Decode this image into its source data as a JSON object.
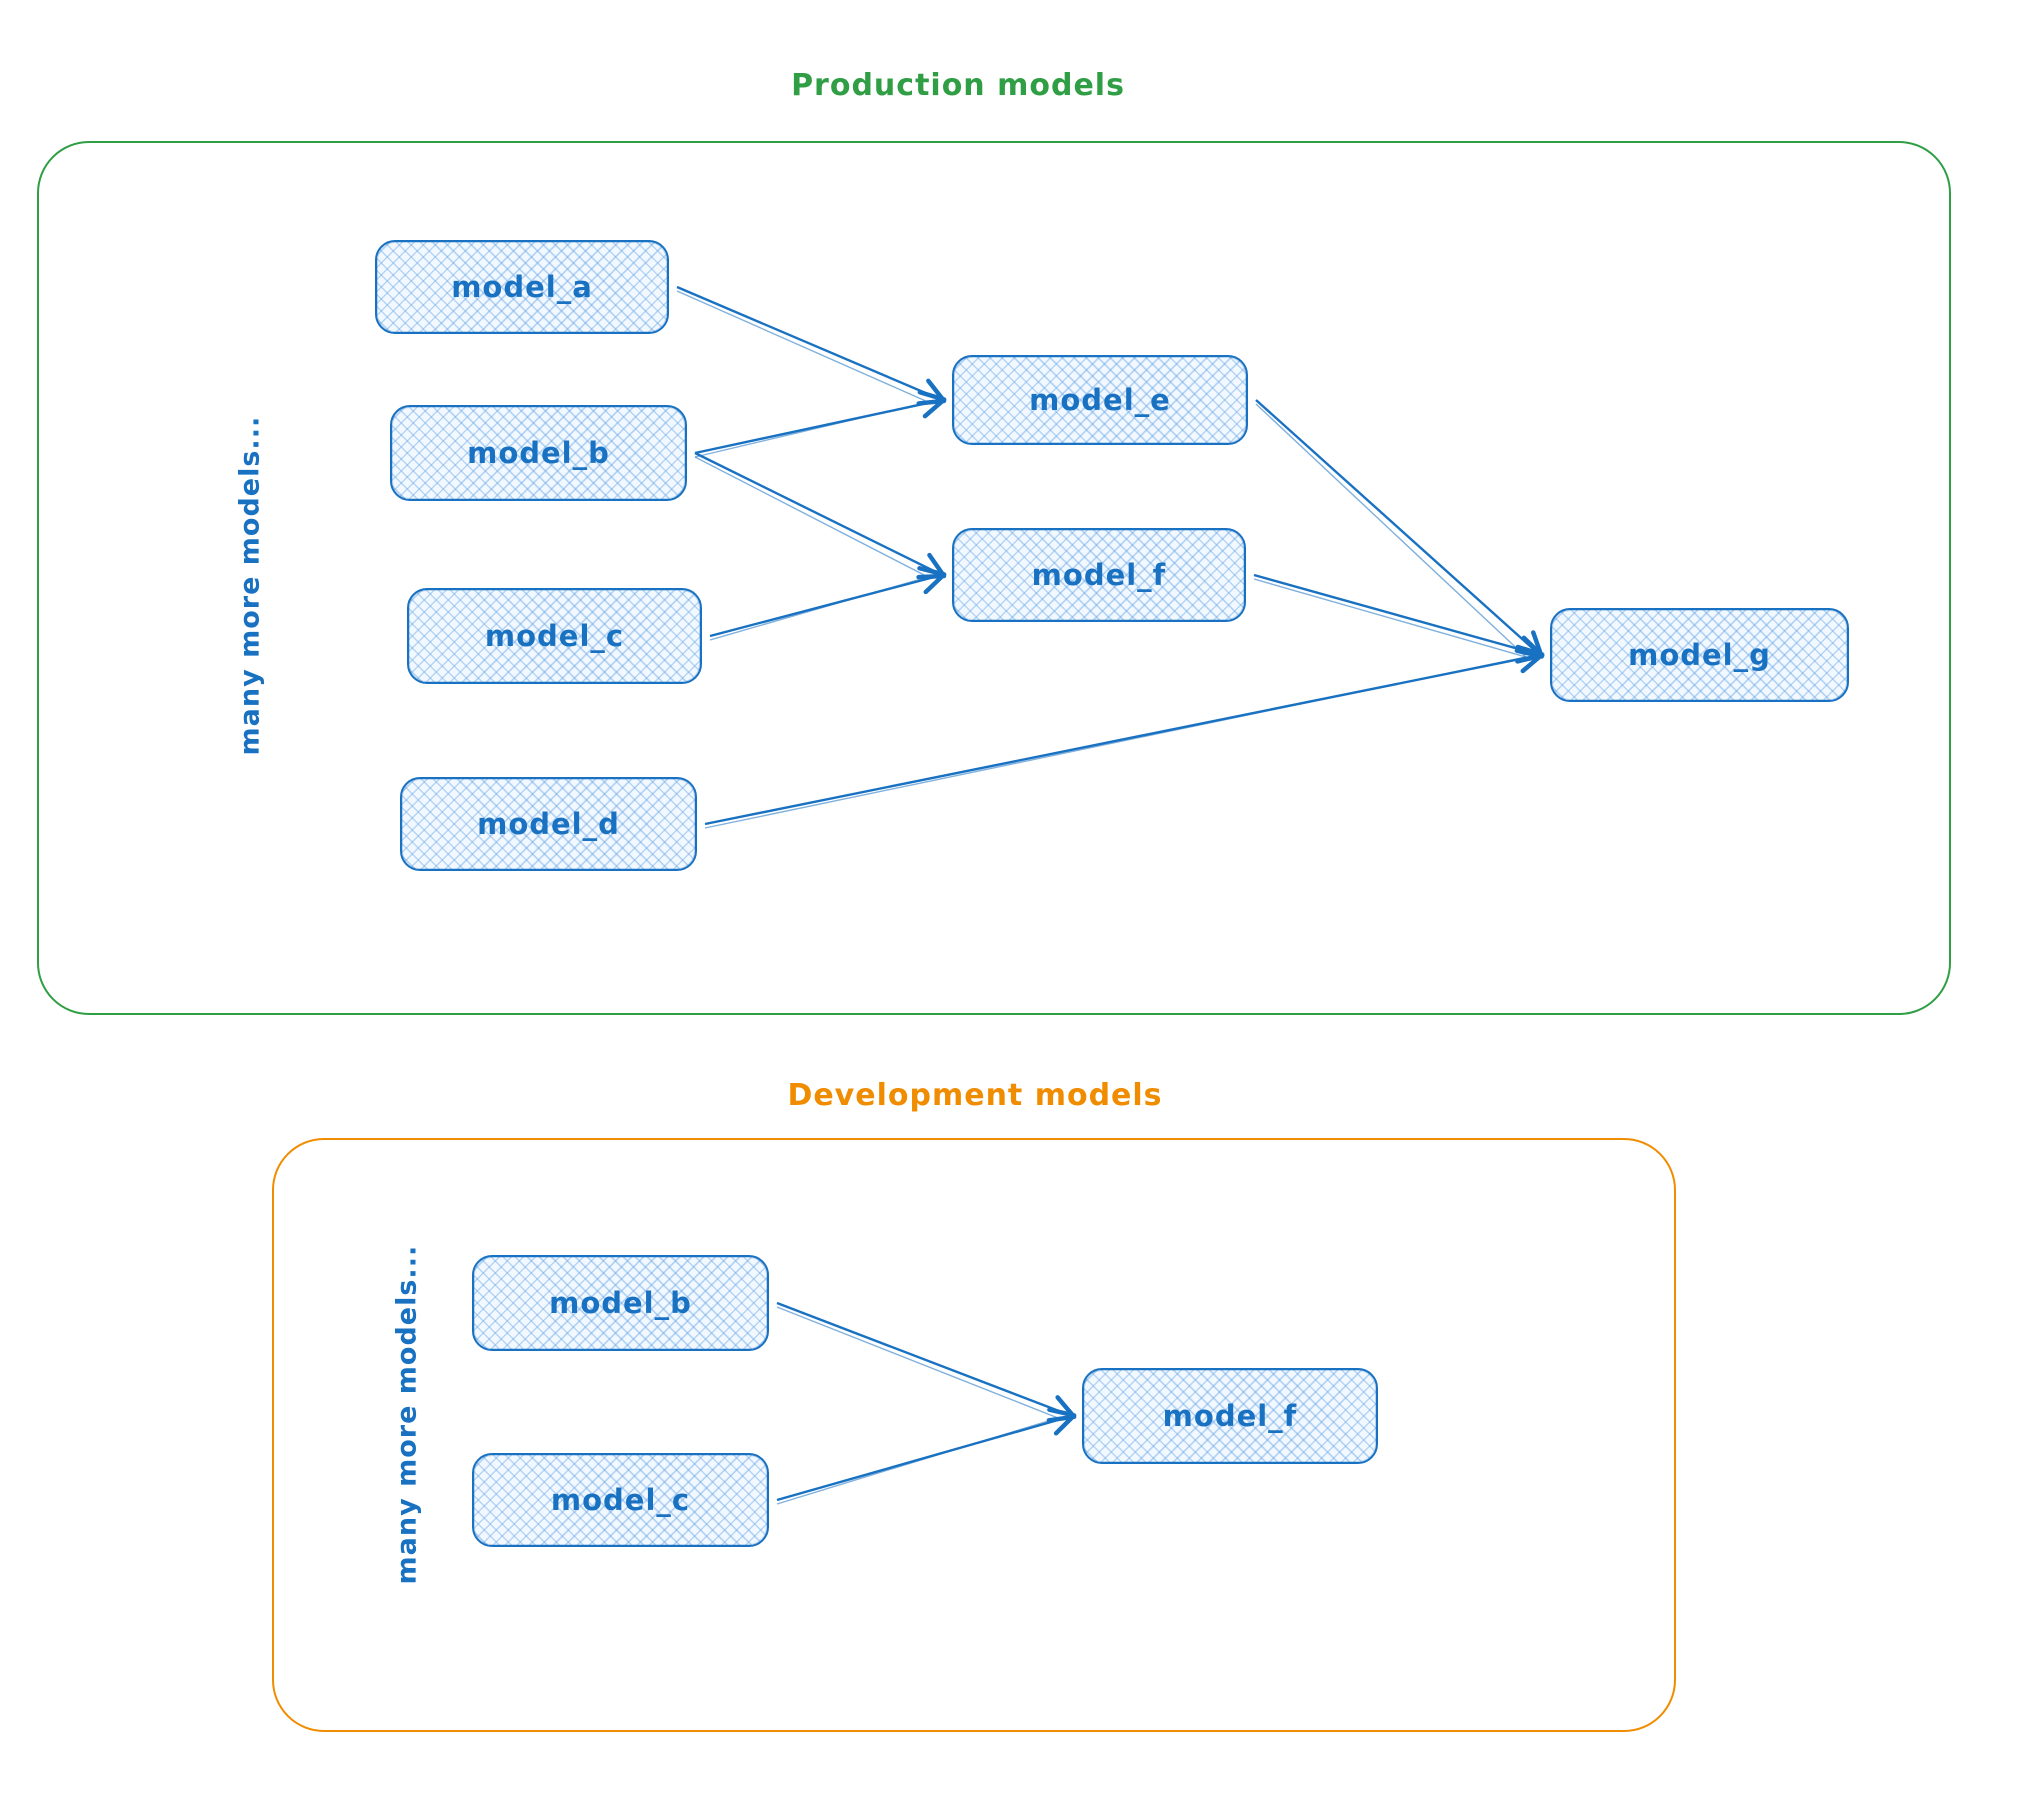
{
  "canvas": {
    "colors": {
      "node_stroke": "#1971c2",
      "node_fill": "#f2f8ff",
      "production_border": "#2f9e44",
      "development_border": "#f08c00"
    },
    "production": {
      "title": "Production models",
      "side_label": "many more models...",
      "nodes": [
        {
          "id": "model_a",
          "label": "model_a"
        },
        {
          "id": "model_b",
          "label": "model_b"
        },
        {
          "id": "model_c",
          "label": "model_c"
        },
        {
          "id": "model_d",
          "label": "model_d"
        },
        {
          "id": "model_e",
          "label": "model_e"
        },
        {
          "id": "model_f",
          "label": "model_f"
        },
        {
          "id": "model_g",
          "label": "model_g"
        }
      ],
      "edges": [
        {
          "from": "model_a",
          "to": "model_e"
        },
        {
          "from": "model_b",
          "to": "model_e"
        },
        {
          "from": "model_b",
          "to": "model_f"
        },
        {
          "from": "model_c",
          "to": "model_f"
        },
        {
          "from": "model_e",
          "to": "model_g"
        },
        {
          "from": "model_f",
          "to": "model_g"
        },
        {
          "from": "model_d",
          "to": "model_g"
        }
      ]
    },
    "development": {
      "title": "Development models",
      "side_label": "many more models...",
      "nodes": [
        {
          "id": "dev_model_b",
          "label": "model_b"
        },
        {
          "id": "dev_model_c",
          "label": "model_c"
        },
        {
          "id": "dev_model_f",
          "label": "model_f"
        }
      ],
      "edges": [
        {
          "from": "dev_model_b",
          "to": "dev_model_f"
        },
        {
          "from": "dev_model_c",
          "to": "dev_model_f"
        }
      ]
    }
  }
}
